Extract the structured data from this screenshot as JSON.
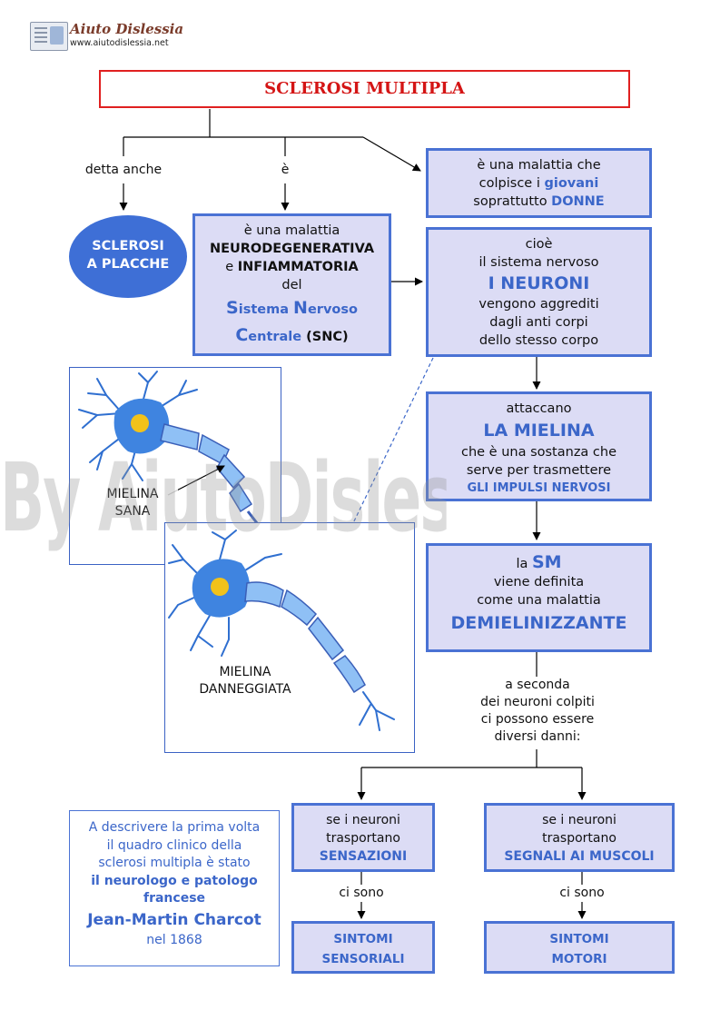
{
  "header": {
    "logo_title": "Aiuto Dislessia",
    "logo_url": "www.aiutodislessia.net"
  },
  "title": "SCLEROSI MULTIPLA",
  "labels": {
    "detta_anche": "detta anche",
    "e": "è"
  },
  "oval": {
    "line1": "SCLEROSI",
    "line2": "A PLACCHE"
  },
  "def_box": {
    "l1": "è una malattia",
    "l2": "NEURODEGENERATIVA",
    "l3a": "e ",
    "l3b": "INFIAMMATORIA",
    "l4": "del",
    "l5_s": "S",
    "l5_rest1": "istema ",
    "l5_n": "N",
    "l5_rest2": "ervoso",
    "l6_c": "C",
    "l6_rest": "entrale",
    "l6_snc": " (SNC)"
  },
  "giovani_box": {
    "l1": "è una malattia che",
    "l2a": "colpisce i ",
    "l2b": "giovani",
    "l3a": "soprattutto ",
    "l3b": "DONNE"
  },
  "neuroni_box": {
    "l1": "cioè",
    "l2": "il sistema nervoso",
    "l3": "I NEURONI",
    "l4": "vengono aggrediti",
    "l5": "dagli anti corpi",
    "l6": "dello stesso corpo"
  },
  "mielina_box": {
    "l1": "attaccano",
    "l2": "LA MIELINA",
    "l3": "che è una sostanza che",
    "l4": "serve per trasmettere",
    "l5": "GLI IMPULSI NERVOSI"
  },
  "sm_box": {
    "l1a": "la ",
    "l1b": "SM",
    "l2": "viene definita",
    "l3": "come una malattia",
    "l4": "DEMIELINIZZANTE"
  },
  "seconda_text": {
    "l1": "a seconda",
    "l2": "dei neuroni colpiti",
    "l3": "ci possono essere",
    "l4": "diversi danni:"
  },
  "sens_box": {
    "l1": "se i neuroni",
    "l2": "trasportano",
    "l3": "SENSAZIONI"
  },
  "mot_box": {
    "l1": "se i neuroni",
    "l2": "trasportano",
    "l3": "SEGNALI AI MUSCOLI"
  },
  "ci_sono": "ci sono",
  "sint_sens": {
    "l1": "SINTOMI",
    "l2": "SENSORIALI"
  },
  "sint_mot": {
    "l1": "SINTOMI",
    "l2": "MOTORI"
  },
  "charcot_box": {
    "l1": "A descrivere la prima volta",
    "l2": "il quadro clinico della",
    "l3": "sclerosi multipla è stato",
    "l4": "il neurologo e patologo",
    "l5": "francese",
    "l6": "Jean-Martin Charcot",
    "l7": "nel 1868"
  },
  "photos": {
    "sana_l1": "MIELINA",
    "sana_l2": "SANA",
    "dann_l1": "MIELINA",
    "dann_l2": "DANNEGGIATA"
  },
  "watermark": "By AiutoDislessia.net"
}
